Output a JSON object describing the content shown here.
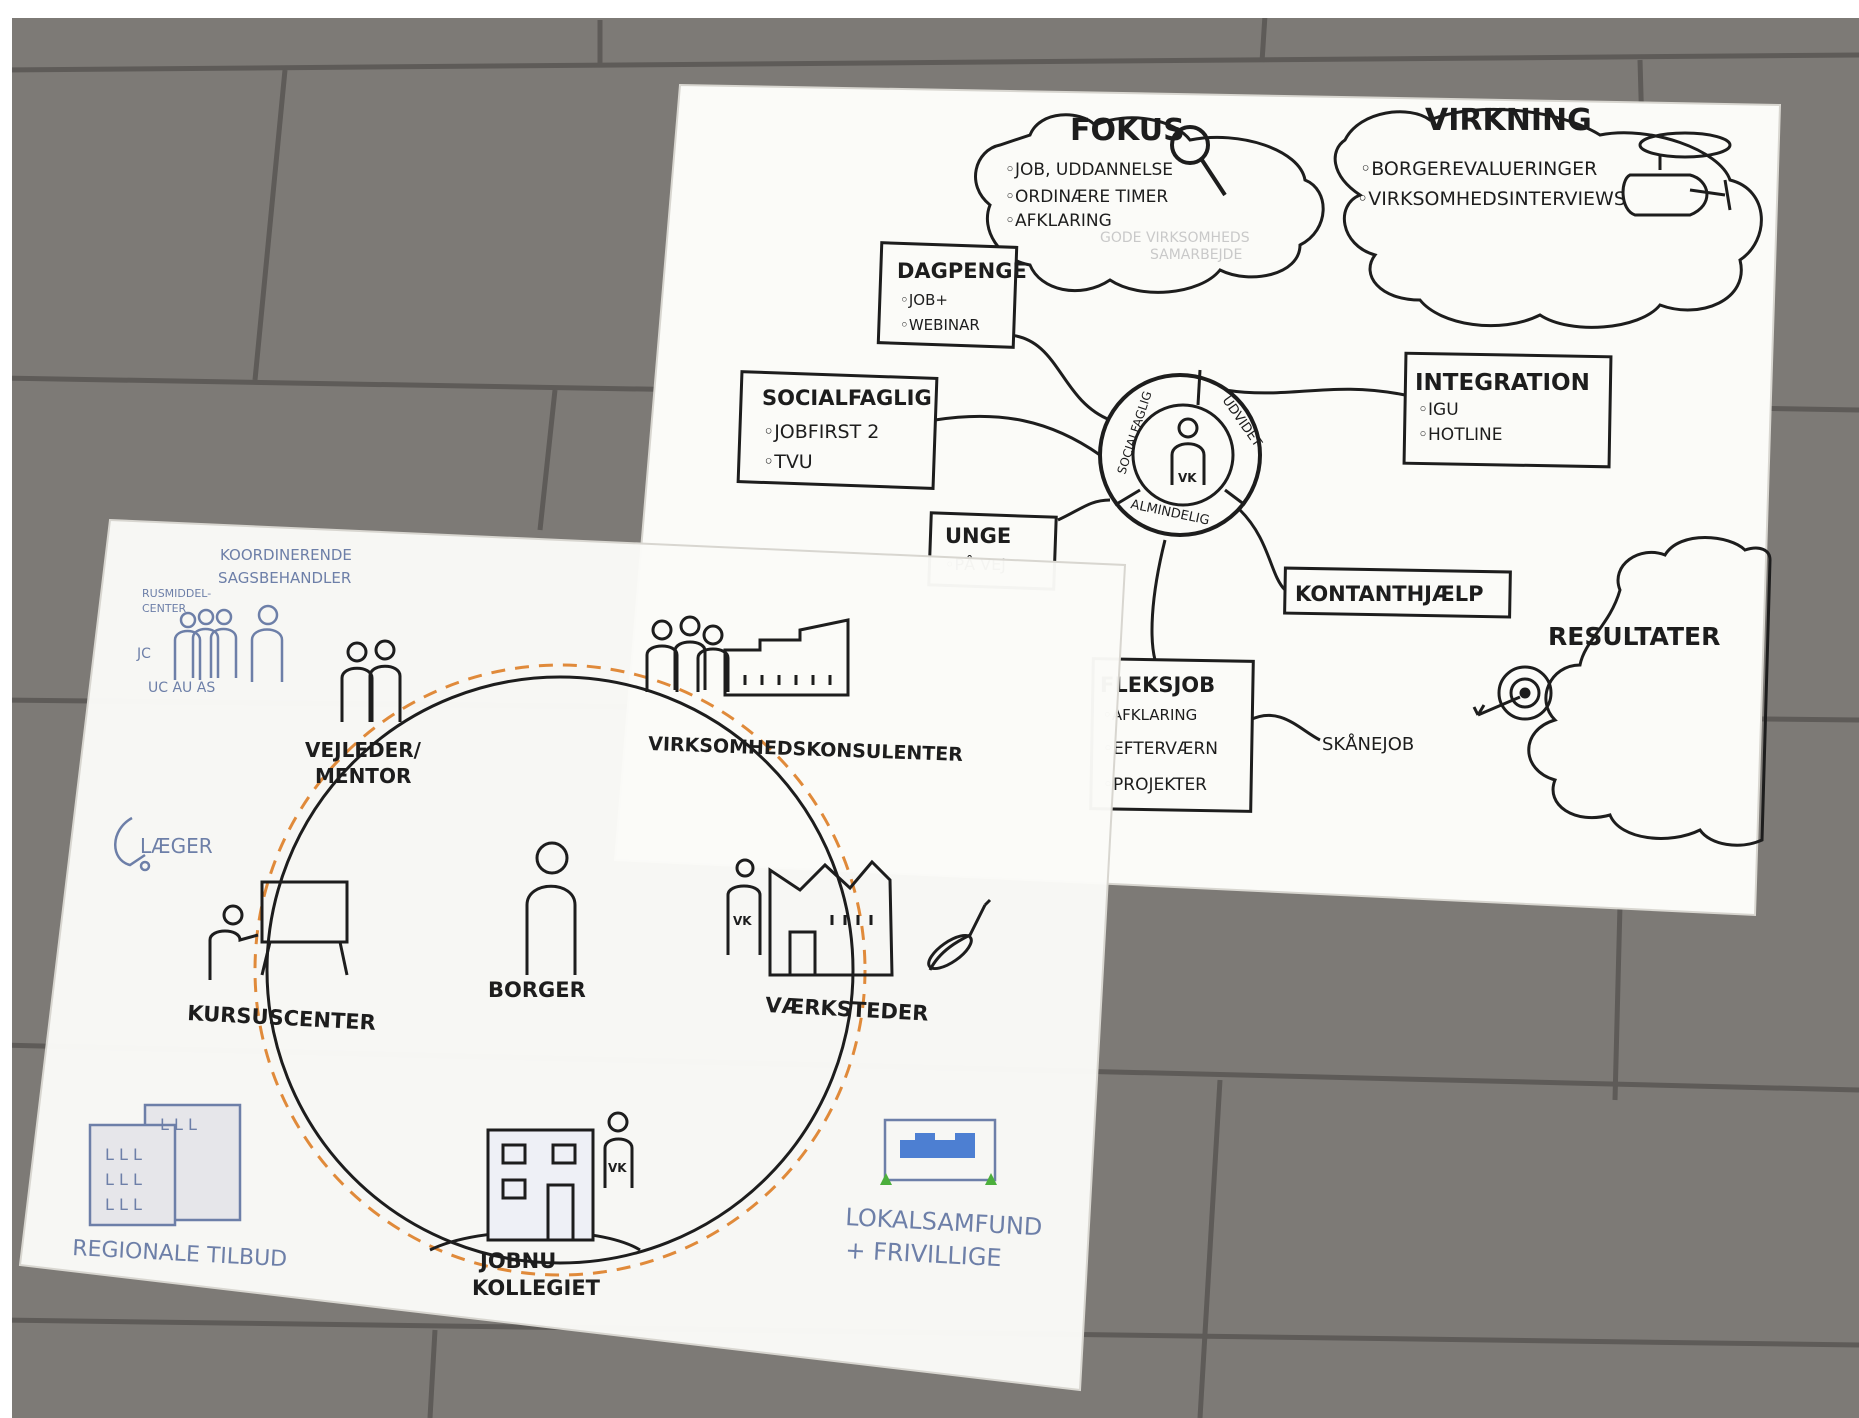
{
  "upper_sheet": {
    "fokus": {
      "title": "FOKUS",
      "items": [
        "◦JOB, UDDANNELSE",
        "◦ORDINÆRE TIMER",
        "◦AFKLARING"
      ],
      "faint_1": "GODE VIRKSOMHEDS",
      "faint_2": "SAMARBEJDE"
    },
    "virkning": {
      "title": "VIRKNING",
      "items": [
        "◦BORGEREVALUERINGER",
        "◦VIRKSOMHEDSINTERVIEWS"
      ]
    },
    "dagpenge": {
      "title": "DAGPENGE",
      "items": [
        "◦JOB+",
        "◦WEBINAR"
      ]
    },
    "socialfaglig": {
      "title": "SOCIALFAGLIG",
      "items": [
        "◦JOBFIRST 2",
        "◦TVU"
      ]
    },
    "integration": {
      "title": "INTEGRATION",
      "items": [
        "◦IGU",
        "◦HOTLINE"
      ]
    },
    "unge": {
      "title": "UNGE",
      "items": [
        "◦PÅ VEJ"
      ]
    },
    "kontanthjaelp": {
      "title": "KONTANTHJÆLP"
    },
    "fleksjob": {
      "title": "FLEKSJOB",
      "items": [
        "◦AFKLARING",
        "◦EFTERVÆRN",
        "◦PROJEKTER"
      ]
    },
    "skanejob": "SKÅNEJOB",
    "resultater": "RESULTATER",
    "hub": {
      "left": "SOCIALFAGLIG",
      "right": "UDVIDET",
      "bottom": "ALMINDELIG",
      "center": "VK"
    }
  },
  "lower_sheet": {
    "koordinerende_1": "KOORDINERENDE",
    "koordinerende_2": "SAGSBEHANDLER",
    "rusmiddel_1": "RUSMIDDEL-",
    "rusmiddel_2": "CENTER",
    "jc": "JC",
    "uc_au_as": "UC  AU  AS",
    "vejleder_1": "VEJLEDER/",
    "vejleder_2": "MENTOR",
    "virksomhedskonsulenter": "VIRKSOMHEDSKONSULENTER",
    "laeger": "LÆGER",
    "borger": "BORGER",
    "kursuscenter": "KURSUSCENTER",
    "vaerksteder": "VÆRKSTEDER",
    "vk_label": "VK",
    "regionale": "REGIONALE TILBUD",
    "jobnu_1": "JOBNU",
    "jobnu_2": "KOLLEGIET",
    "lokalsamfund_1": "LOKALSAMFUND",
    "lokalsamfund_2": "+ FRIVILLIGE"
  },
  "colors": {
    "floor": "#7d7a76",
    "paper": "#fbfbf8",
    "ink": "#1d1d1d",
    "accent_orange": "#e08a3a",
    "accent_blue": "#6d7fa8",
    "accent_green": "#4caf3c"
  }
}
